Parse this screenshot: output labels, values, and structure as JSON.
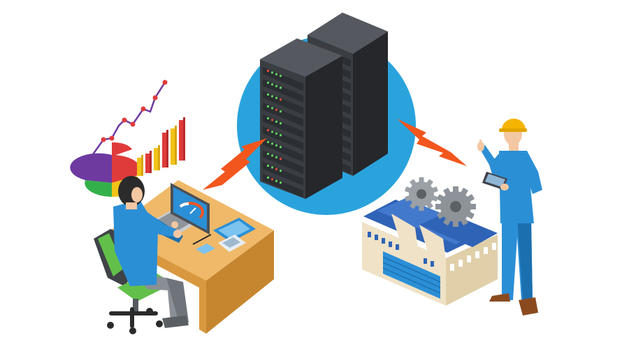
{
  "palette": {
    "background": "#ffffff",
    "circle": "#2aa3dd",
    "rack_front": "#3a3d42",
    "rack_side": "#25272b",
    "rack_top": "#55595f",
    "led_green": "#5fd35f",
    "led_red": "#e24a3b",
    "bolt": "#f2561d",
    "shirt": "#2b8fd6",
    "shirt_dark": "#1c6fae",
    "pants": "#8a8f95",
    "hair": "#2b2b2b",
    "skin": "#f3c7a2",
    "desk_top": "#f0b969",
    "desk_front": "#d9983f",
    "chair_seat": "#62c04a",
    "chair_back": "#3f4348",
    "roof": "#2f63b6",
    "wall": "#efe2c7",
    "gear": "#9aa0a6",
    "helmet": "#f5b400",
    "chart_red": "#e03b3b",
    "chart_yellow": "#f2c318",
    "chart_purple": "#6e3aa0",
    "chart_green": "#34b04a",
    "chart_blue": "#2b8fd6"
  },
  "illustration": {
    "subjects": [
      "server-racks",
      "office-worker-at-laptop",
      "factory",
      "engineer-with-tablet",
      "data-charts"
    ],
    "connections": [
      "bolt-office-to-server",
      "bolt-server-to-factory"
    ]
  }
}
